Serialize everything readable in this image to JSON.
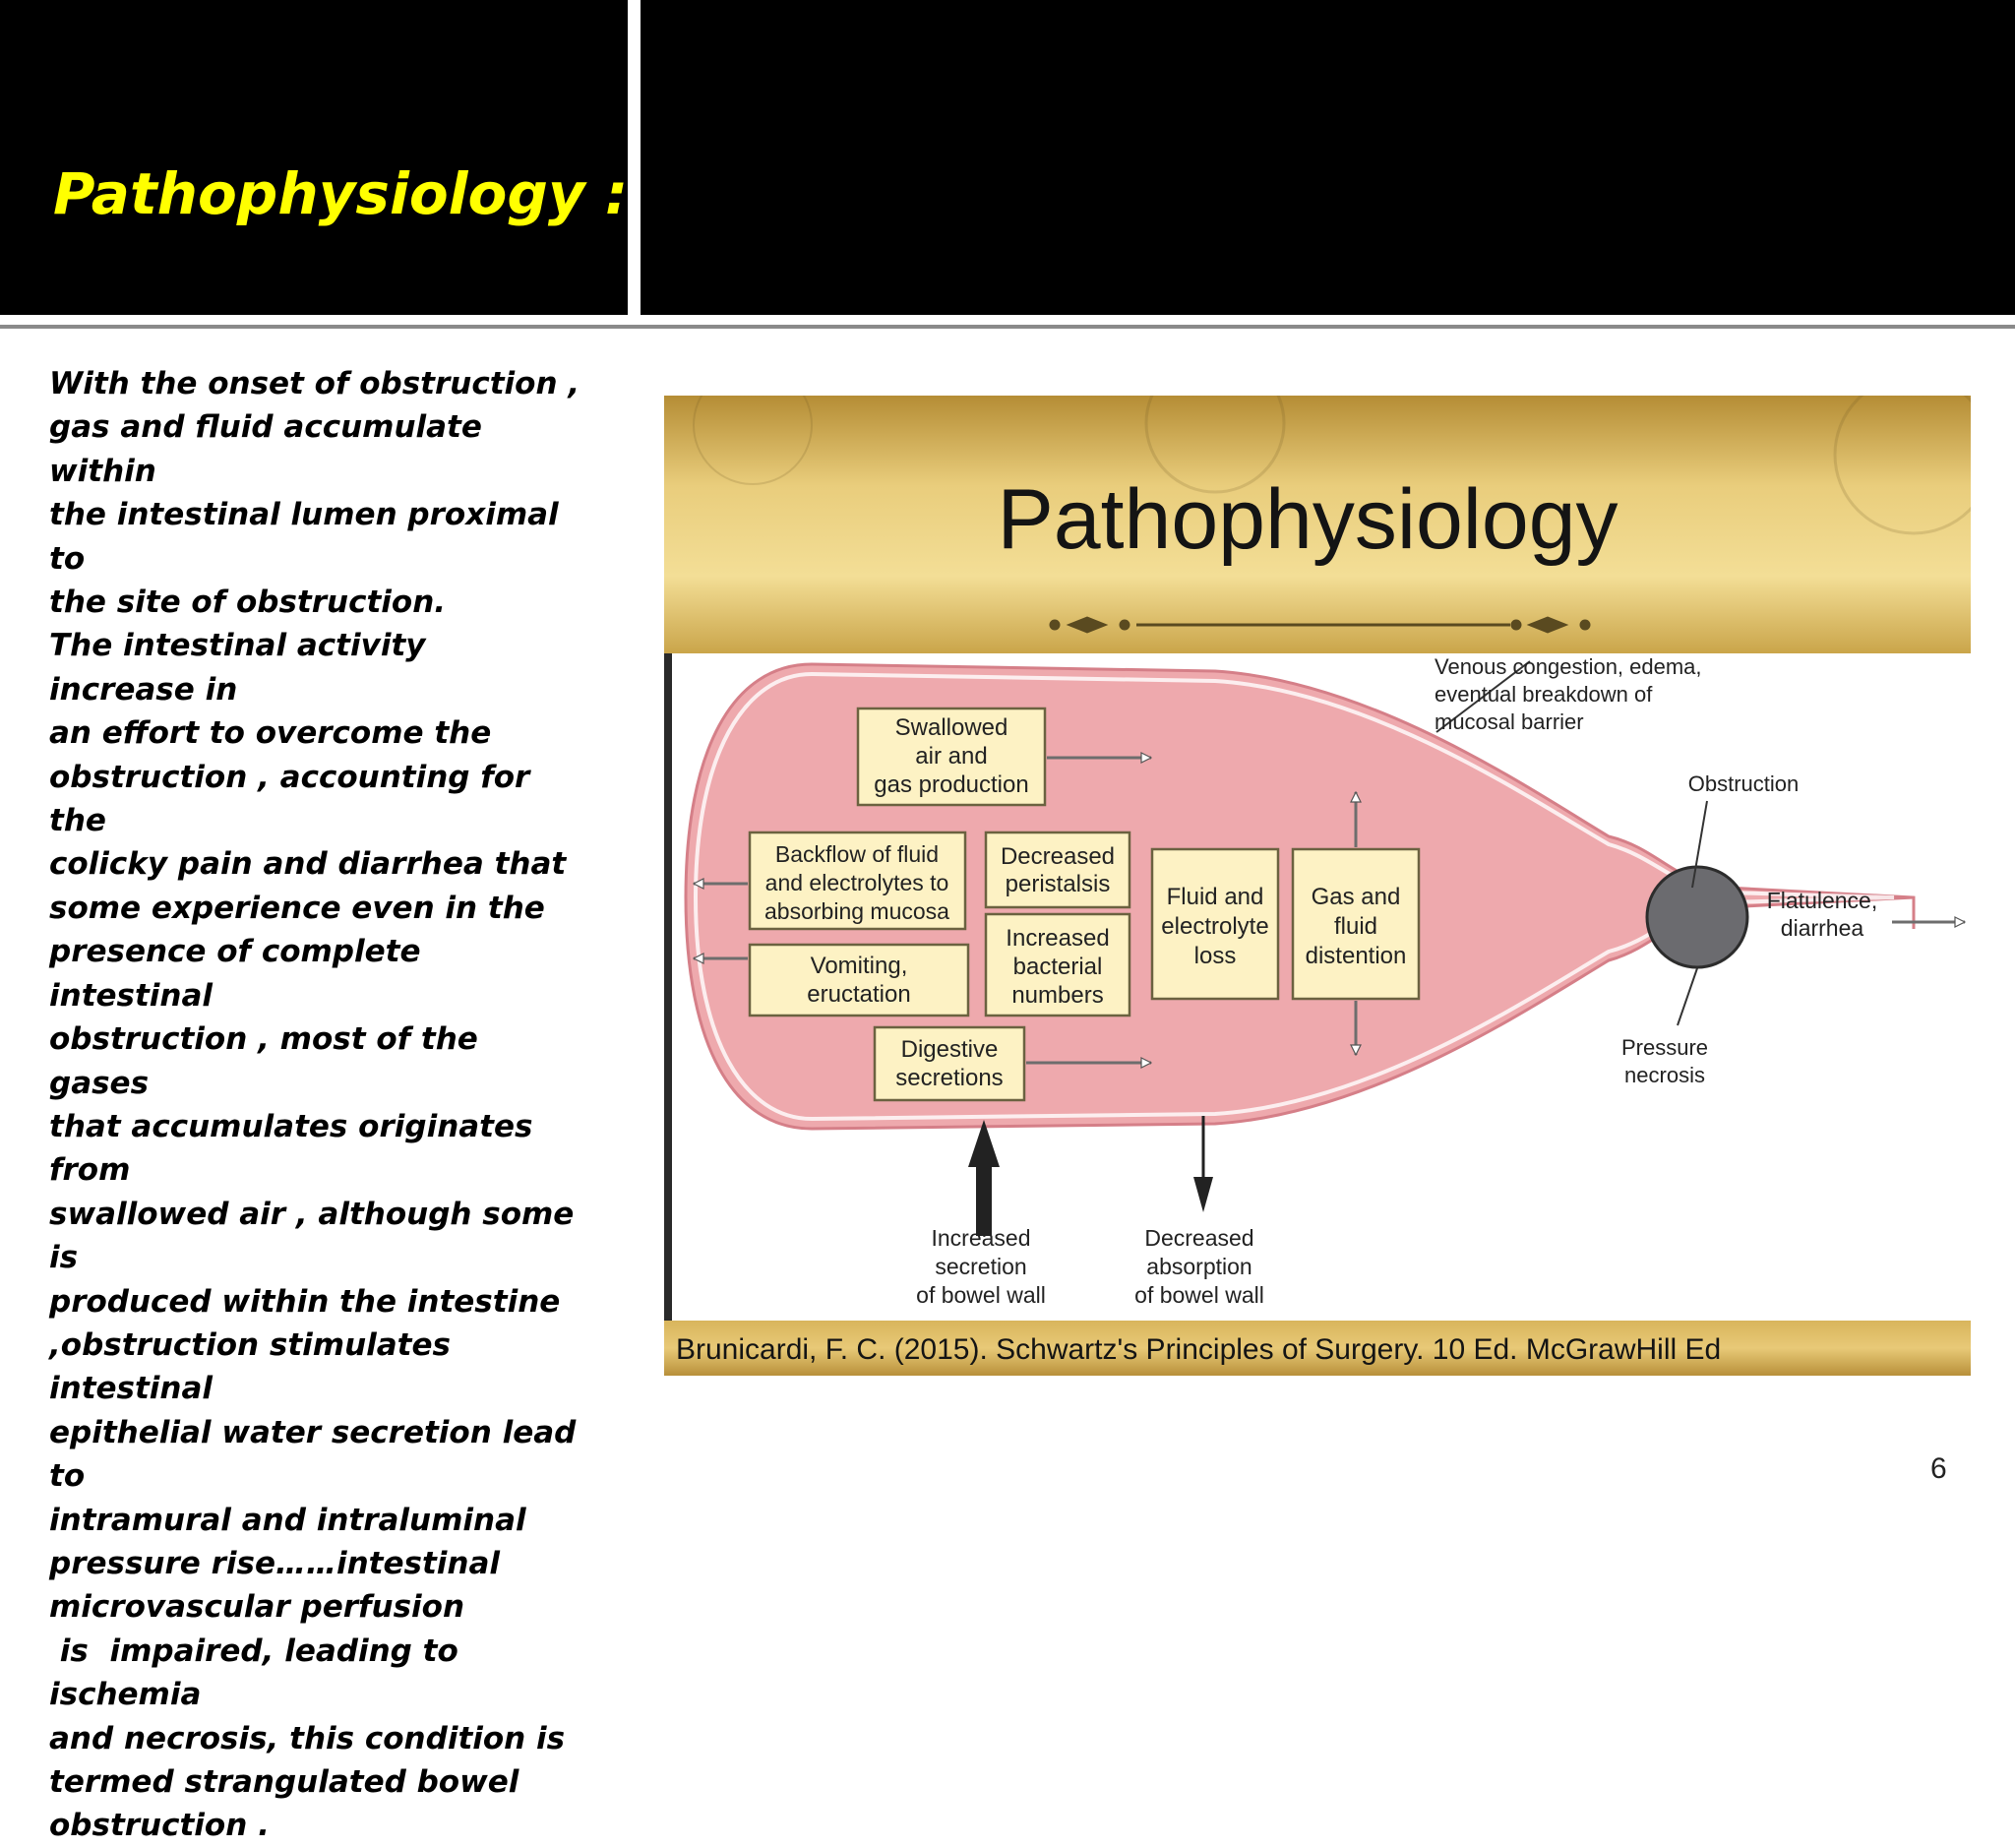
{
  "slide": {
    "title": "Pathophysiology :",
    "page_number": "6"
  },
  "body": {
    "lines": [
      "With the onset of obstruction ,",
      "gas and fluid accumulate within",
      "the intestinal lumen proximal to",
      "the site of obstruction.",
      "The intestinal activity increase in",
      "an effort to overcome the",
      "obstruction , accounting for the",
      "colicky pain and diarrhea that",
      "some experience even in the",
      "presence of complete intestinal",
      "obstruction , most of the gases",
      "that accumulates originates from",
      "swallowed air , although some is",
      "produced within the intestine",
      ",obstruction stimulates intestinal",
      "epithelial water secretion lead to",
      "intramural and intraluminal",
      "pressure rise……intestinal",
      "microvascular perfusion",
      " is  impaired, leading to ischemia",
      "and necrosis, this condition is",
      "termed strangulated bowel",
      "obstruction ."
    ]
  },
  "figure": {
    "title": "Pathophysiology",
    "boxes": [
      {
        "lines": [
          "Swallowed",
          "air and",
          "gas production"
        ]
      },
      {
        "lines": [
          "Backflow of fluid",
          "and electrolytes to",
          "absorbing mucosa"
        ]
      },
      {
        "lines": [
          "Decreased",
          "peristalsis"
        ]
      },
      {
        "lines": [
          "Vomiting,",
          "eructation"
        ]
      },
      {
        "lines": [
          "Increased",
          "bacterial",
          "numbers"
        ]
      },
      {
        "lines": [
          "Fluid and",
          "electrolyte",
          "loss"
        ]
      },
      {
        "lines": [
          "Gas and",
          "fluid",
          "distention"
        ]
      },
      {
        "lines": [
          "Digestive",
          "secretions"
        ]
      }
    ],
    "labels": {
      "venous": [
        "Venous congestion, edema,",
        "eventual breakdown of",
        "mucosal barrier"
      ],
      "obstruction": [
        "Obstruction"
      ],
      "flatulence": [
        "Flatulence,",
        "diarrhea"
      ],
      "pressure": [
        "Pressure",
        "necrosis"
      ],
      "increased_secretion": [
        "Increased",
        "secretion",
        "of bowel wall"
      ],
      "decreased_absorption": [
        "Decreased",
        "absorption",
        "of bowel wall"
      ]
    },
    "citation": "Brunicardi, F. C. (2015). Schwartz's Principles of Surgery. 10 Ed. McGrawHill Ed",
    "colors": {
      "gold_top": "#c9a343",
      "gold_mid": "#f2dc8e",
      "bowel_fill": "#eea9ad",
      "bowel_outline": "#e08b92",
      "box_fill": "#fdf2c4",
      "obstruction": "#6b6b6f",
      "title_accent": "#ffff00"
    }
  }
}
